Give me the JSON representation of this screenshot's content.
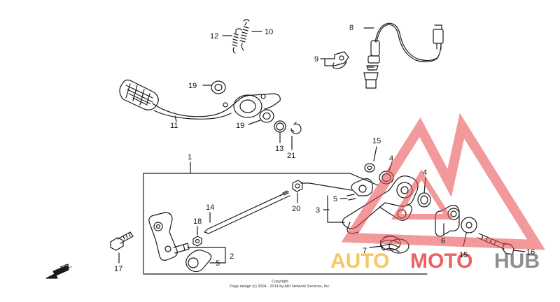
{
  "callouts": {
    "c1": "1",
    "c2": "2",
    "c3": "3",
    "c4a": "4",
    "c4b": "4",
    "c5a": "5",
    "c5b": "5",
    "c6": "6",
    "c7": "7",
    "c8": "8",
    "c9": "9",
    "c10": "10",
    "c11": "11",
    "c12": "12",
    "c13": "13",
    "c14": "14",
    "c15a": "15",
    "c15b": "15",
    "c16": "16",
    "c17": "17",
    "c18": "18",
    "c19a": "19",
    "c19b": "19",
    "c20": "20",
    "c21": "21"
  },
  "direction_label": "FR.",
  "copyright": {
    "line1": "Copyright",
    "line2": "Page design (c) 2004 - 2014 by ARI Network Services, Inc."
  },
  "watermark": {
    "part1": "AUTO",
    "part2": "MOTO",
    "part3": "HUB",
    "colors": {
      "red": "#e8474a",
      "yellow": "#f2c04a",
      "gray": "#7b7b7b"
    }
  }
}
